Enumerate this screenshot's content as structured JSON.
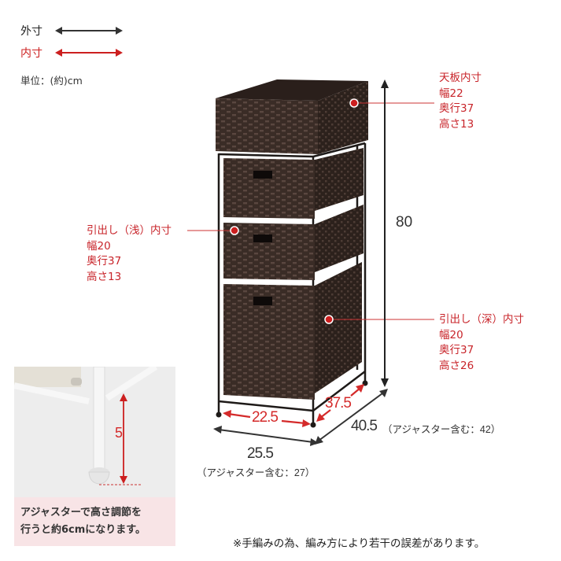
{
  "legend": {
    "outer_label": "外寸",
    "inner_label": "内寸",
    "outer_color": "#333333",
    "inner_color": "#cc1f1f",
    "unit": "単位：(約)cm"
  },
  "top_board": {
    "title": "天板内寸",
    "width": "幅22",
    "depth": "奥行37",
    "height": "高さ13"
  },
  "drawer_shallow": {
    "title": "引出し（浅）内寸",
    "width": "幅20",
    "depth": "奥行37",
    "height": "高さ13"
  },
  "drawer_deep": {
    "title": "引出し（深）内寸",
    "width": "幅20",
    "depth": "奥行37",
    "height": "高さ26"
  },
  "dimensions": {
    "total_height": "80",
    "inner_width": "22.5",
    "inner_depth": "37.5",
    "outer_width": "25.5",
    "outer_width_note": "（アジャスター含む：27）",
    "outer_depth": "40.5",
    "outer_depth_note": "（アジャスター含む：42）"
  },
  "adjuster_inset": {
    "height_value": "5",
    "caption_line1": "アジャスターで高さ調節を",
    "caption_line2": "行うと約6cmになります。"
  },
  "footnote": "※手編みの為、編み方により若干の誤差があります。",
  "colors": {
    "rattan": "#3a2c26",
    "frame": "#1e1a18",
    "accent_red": "#cc1f1f"
  }
}
